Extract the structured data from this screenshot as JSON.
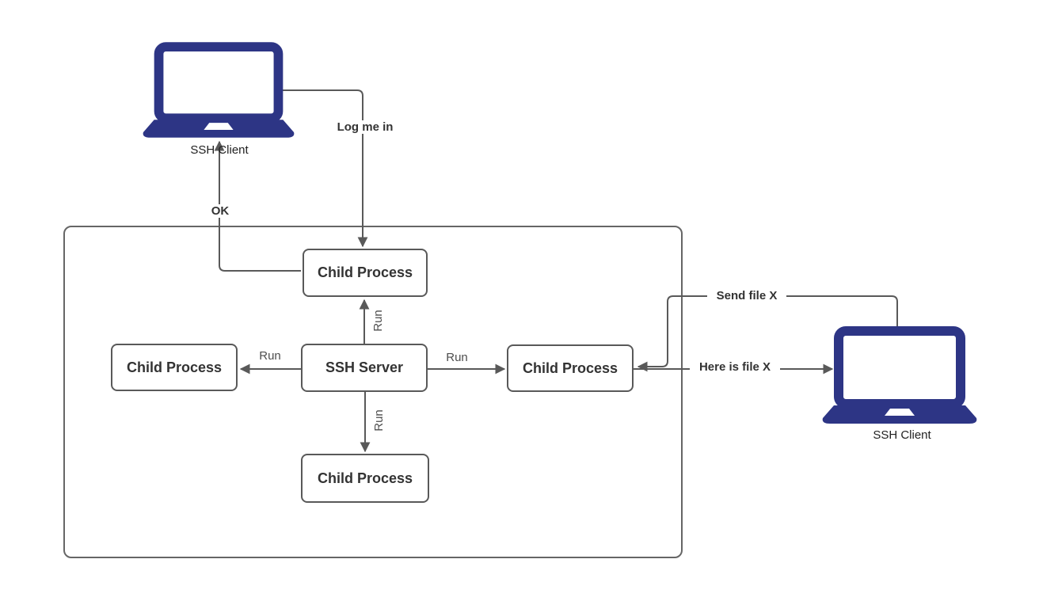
{
  "diagram": {
    "nodes": {
      "child_top": {
        "label": "Child Process"
      },
      "child_left": {
        "label": "Child Process"
      },
      "ssh_server": {
        "label": "SSH Server"
      },
      "child_right": {
        "label": "Child Process"
      },
      "child_bottom": {
        "label": "Child Process"
      }
    },
    "clients": {
      "left": {
        "label": "SSH Client"
      },
      "right": {
        "label": "SSH Client"
      }
    },
    "edge_labels": {
      "log_me_in": "Log me in",
      "ok": "OK",
      "run_top": "Run",
      "run_left": "Run",
      "run_right": "Run",
      "run_bottom": "Run",
      "send_file": "Send file X",
      "here_is_file": "Here is file X"
    },
    "colors": {
      "laptop_fill": "#2d3585",
      "connector_stroke": "#595959",
      "node_border": "#595959",
      "container_border": "#666666",
      "label_text": "#333333"
    }
  }
}
